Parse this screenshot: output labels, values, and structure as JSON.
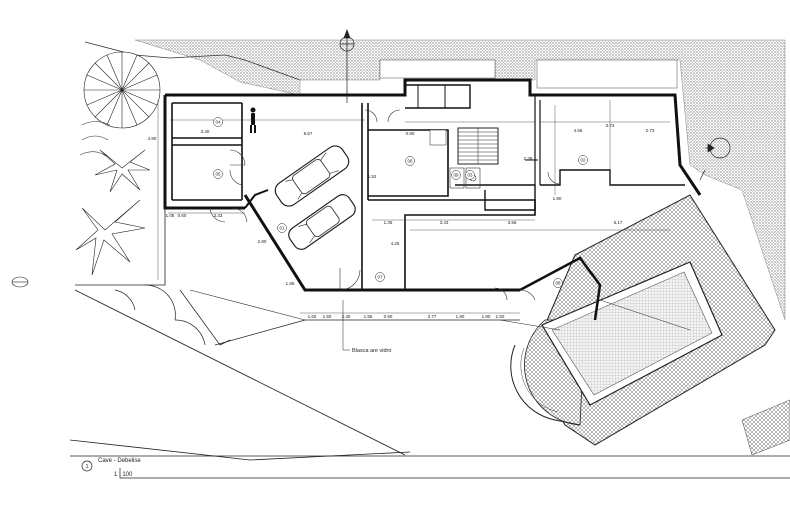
{
  "drawing": {
    "title": "Cave - Debelise",
    "number": "1",
    "scale": "1 : 100",
    "note": "Blasca are vidro"
  },
  "rooms": [
    "01",
    "02",
    "03",
    "04",
    "05",
    "06",
    "07",
    "08",
    "09"
  ],
  "dimensions": {
    "top": [
      "3.40",
      "8.67",
      "0.80",
      "4.66",
      "3.73",
      "2.73"
    ],
    "left": [
      "1.05",
      "0.60",
      "3.33",
      "2.80",
      "4.80",
      "1.85"
    ],
    "middle": [
      "1.52",
      "1.35",
      "3.43",
      "3.56",
      "6.17",
      "4.25",
      "2.38",
      "1.80"
    ],
    "bottom": [
      "1.60",
      "1.50",
      "2.40",
      "1.55",
      "0.90",
      "3.77",
      "1.80",
      "1.90",
      "1.50"
    ]
  },
  "colors": {
    "line": "#1a1a1a",
    "hatch": "#8a8a8a"
  }
}
